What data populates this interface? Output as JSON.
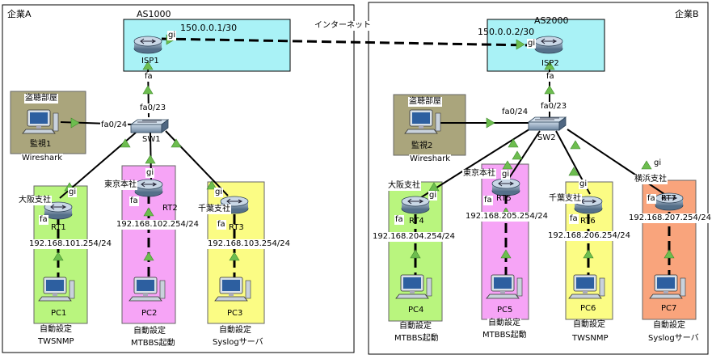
{
  "companies": {
    "a": "企業A",
    "b": "企業B"
  },
  "as": {
    "a": "AS1000",
    "b": "AS2000"
  },
  "internet": "インターネット",
  "isp": {
    "isp1": {
      "name": "ISP1",
      "ip": "150.0.0.1/30",
      "port_wan": "gi",
      "port_lan": "fa"
    },
    "isp2": {
      "name": "ISP2",
      "ip": "150.0.0.2/30",
      "port_wan": "gi",
      "port_lan": "fa"
    }
  },
  "switches": {
    "sw1": {
      "name": "SW1",
      "up_port": "fa0/23",
      "mon_port": "fa0/24"
    },
    "sw2": {
      "name": "SW2",
      "up_port": "fa0/23",
      "mon_port": "fa0/24"
    }
  },
  "monitors": {
    "m1": {
      "room": "盗聴部屋",
      "name": "監視1",
      "tool": "Wireshark"
    },
    "m2": {
      "room": "盗聴部屋",
      "name": "監視2",
      "tool": "Wireshark"
    }
  },
  "branches": {
    "rt1": {
      "office": "大阪支社",
      "router": "RT1",
      "gi": "gi",
      "fa": "fa",
      "net": "192.168.101.254/24",
      "pc": "PC1",
      "setting": "自動設定",
      "app": "TWSNMP"
    },
    "rt2": {
      "office": "東京本社",
      "router": "RT2",
      "gi": "gi",
      "fa": "fa",
      "net": "192.168.102.254/24",
      "pc": "PC2",
      "setting": "自動設定",
      "app": "MTBBS起動"
    },
    "rt3": {
      "office": "千葉支社",
      "router": "RT3",
      "gi": "gi",
      "fa": "fa",
      "net": "192.168.103.254/24",
      "pc": "PC3",
      "setting": "自動設定",
      "app": "Syslogサーバ"
    },
    "rt4": {
      "office": "大阪支社",
      "router": "RT4",
      "gi": "gi",
      "fa": "fa",
      "net": "192.168.204.254/24",
      "pc": "PC4",
      "setting": "自動設定",
      "app": "MTBBS起動"
    },
    "rt5": {
      "office": "東京本社",
      "router": "RT5",
      "gi": "gi",
      "fa": "fa",
      "net": "192.168.205.254/24",
      "pc": "PC5",
      "setting": "自動設定",
      "app": "MTBBS起動"
    },
    "rt6": {
      "office": "千葉支社",
      "router": "RT6",
      "gi": "gi",
      "fa": "fa",
      "net": "192.168.206.254/24",
      "pc": "PC6",
      "setting": "自動設定",
      "app": "TWSNMP"
    },
    "rt7": {
      "office": "横浜支社",
      "router": "RT7",
      "gi": "gi",
      "fa": "fa",
      "net": "192.168.207.254/24",
      "pc": "PC7",
      "setting": "自動設定",
      "app": "Syslogサーバ"
    }
  }
}
